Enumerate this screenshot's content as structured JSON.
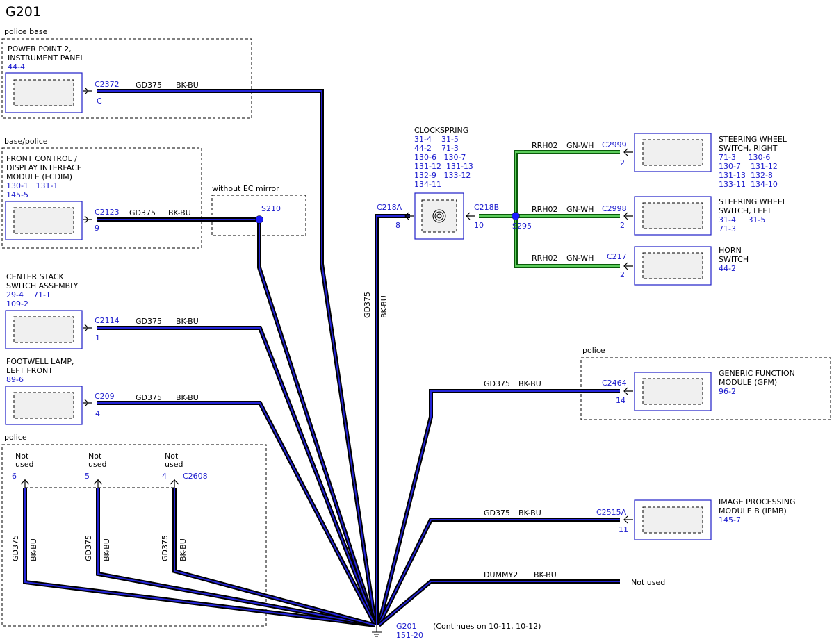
{
  "title": "G201",
  "groups": {
    "police_base": "police base",
    "base_police": "base/police",
    "without_ec_mirror": "without EC mirror",
    "police_left": "police",
    "police_right": "police"
  },
  "components": {
    "power_point": {
      "name1": "POWER POINT 2,",
      "name2": "INSTRUMENT PANEL",
      "ref": "44-4",
      "connector": "C2372",
      "pin": "C"
    },
    "fcdim": {
      "name1": "FRONT CONTROL /",
      "name2": "DISPLAY INTERFACE",
      "name3": "MODULE (FCDIM)",
      "ref1": "130-1   131-1",
      "ref2": "145-5",
      "connector": "C2123",
      "pin": "9"
    },
    "center_stack": {
      "name1": "CENTER STACK",
      "name2": "SWITCH ASSEMBLY",
      "ref1": "29-4    71-1",
      "ref2": "109-2",
      "connector": "C2114",
      "pin": "1"
    },
    "footwell": {
      "name1": "FOOTWELL LAMP,",
      "name2": "LEFT FRONT",
      "ref": "89-6",
      "connector": "C209",
      "pin": "4"
    },
    "clockspring": {
      "name": "CLOCKSPRING",
      "refs": [
        "31-4    31-5",
        "44-2    71-3",
        "130-6   130-7",
        "131-12  131-13",
        "132-9   133-12",
        "134-11"
      ],
      "conn_left": "C218A",
      "pin_left": "8",
      "conn_right": "C218B",
      "pin_right": "10"
    },
    "sw_right": {
      "name1": "STEERING WHEEL",
      "name2": "SWITCH, RIGHT",
      "refs": [
        "71-3     130-6",
        "130-7    131-12",
        "131-13  132-8",
        "133-11  134-10"
      ],
      "connector": "C2999",
      "pin": "2"
    },
    "sw_left": {
      "name1": "STEERING WHEEL",
      "name2": "SWITCH, LEFT",
      "refs": [
        "31-4     31-5",
        "71-3"
      ],
      "connector": "C2998",
      "pin": "2"
    },
    "horn": {
      "name1": "HORN",
      "name2": "SWITCH",
      "ref": "44-2",
      "connector": "C217",
      "pin": "2"
    },
    "gfm": {
      "name1": "GENERIC FUNCTION",
      "name2": "MODULE (GFM)",
      "ref": "96-2",
      "connector": "C2464",
      "pin": "14"
    },
    "ipmb": {
      "name1": "IMAGE PROCESSING",
      "name2": "MODULE B (IPMB)",
      "ref": "145-7",
      "connector": "C2515A",
      "pin": "11"
    }
  },
  "splices": {
    "s210": "S210",
    "s295": "S295"
  },
  "wires": {
    "circuit": "GD375",
    "color": "BK-BU",
    "green_circuit": "RRH02",
    "green_color": "GN-WH",
    "dummy_circuit": "DUMMY2",
    "not_used": "Not used"
  },
  "c2608": {
    "connector": "C2608",
    "pins": [
      "6",
      "5",
      "4"
    ],
    "not_line1": "Not",
    "not_line2": "used"
  },
  "ground": {
    "name": "G201",
    "ref": "151-20",
    "note": "(Continues on 10-11, 10-12)"
  }
}
